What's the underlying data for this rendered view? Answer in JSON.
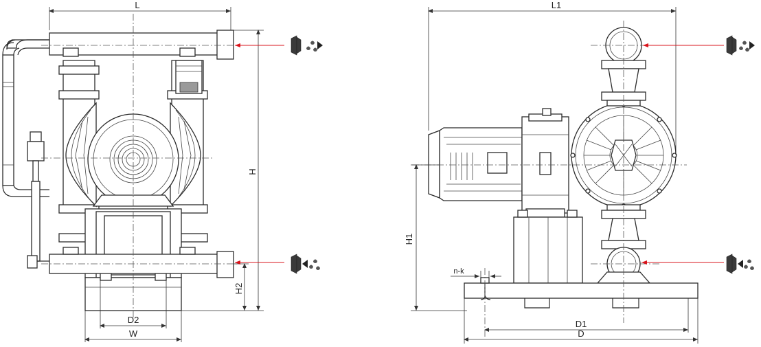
{
  "labels": {
    "L": "L",
    "H": "H",
    "H2": "H2",
    "D2": "D2",
    "W": "W",
    "L1": "L1",
    "H1": "H1",
    "D1": "D1",
    "D": "D",
    "nk": "n-k"
  },
  "icons": {
    "outlet": "outlet-flow-icon",
    "inlet": "inlet-flow-icon"
  },
  "colors": {
    "line": "#2b2b2b",
    "arrow": "#d9141c"
  }
}
